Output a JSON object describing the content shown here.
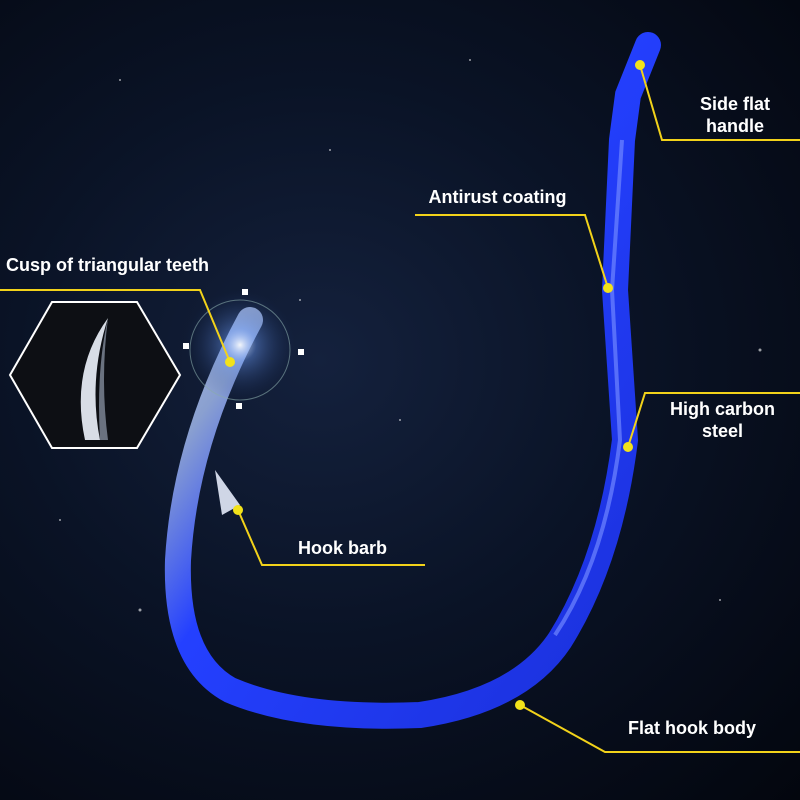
{
  "labels": {
    "side_flat_handle": "Side flat handle",
    "antirust_coating": "Antirust coating",
    "cusp": "Cusp of triangular teeth",
    "high_carbon_steel": "High carbon steel",
    "hook_barb": "Hook barb",
    "flat_hook_body": "Flat hook body"
  },
  "colors": {
    "leader": "#f2d21a",
    "hook": "#1f3cff",
    "background": "#050a18"
  }
}
